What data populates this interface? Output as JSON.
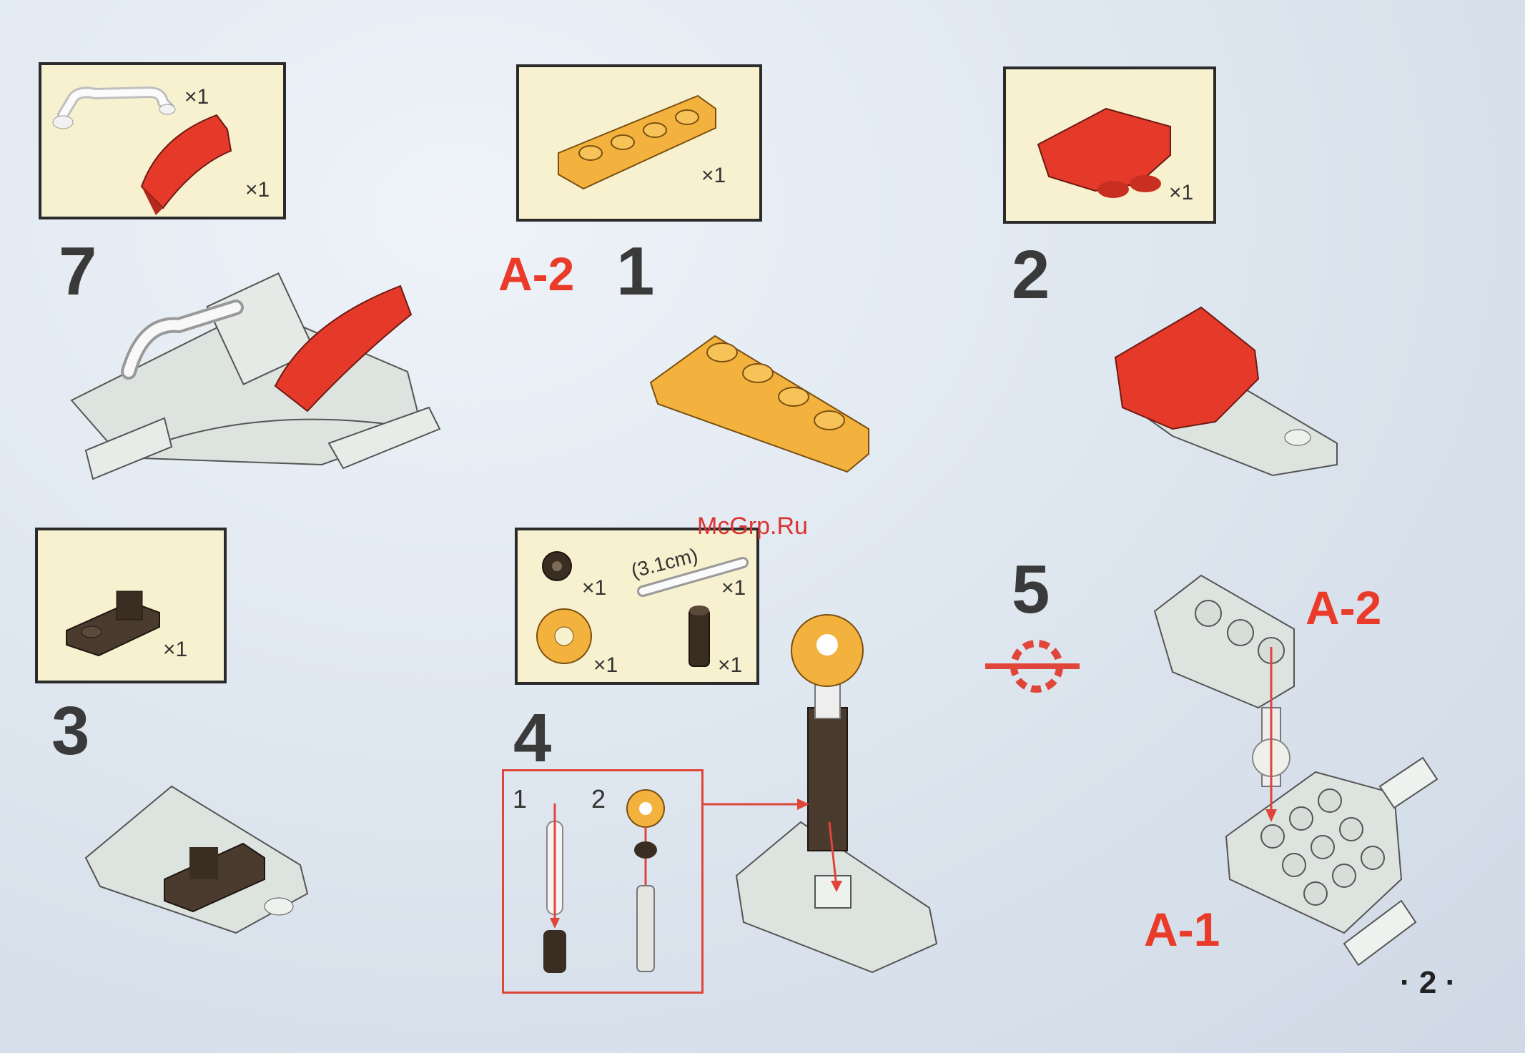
{
  "parts_lists": {
    "step7": {
      "qty_1": "×1",
      "qty_2": "×1"
    },
    "step1": {
      "qty": "×1"
    },
    "step2": {
      "qty": "×1"
    },
    "step3": {
      "qty": "×1"
    },
    "step4": {
      "qty_bush": "×1",
      "qty_axle": "×1",
      "qty_gear": "×1",
      "qty_pin": "×1",
      "axle_length": "(3.1cm)"
    }
  },
  "steps": {
    "step7": "7",
    "step1": "1",
    "step2": "2",
    "step3": "3",
    "step4": "4",
    "step5": "5"
  },
  "labels": {
    "a2_left": "A-2",
    "a2_right": "A-2",
    "a1": "A-1",
    "sub1": "1",
    "sub2": "2"
  },
  "watermark": "McGrp.Ru",
  "page_number": "· 2 ·",
  "colors": {
    "red": "#ea3b2a",
    "yellow": "#f3b23d",
    "panel": "#f7f1cf",
    "grey": "#dde3df",
    "dark": "#4a3b2e"
  }
}
